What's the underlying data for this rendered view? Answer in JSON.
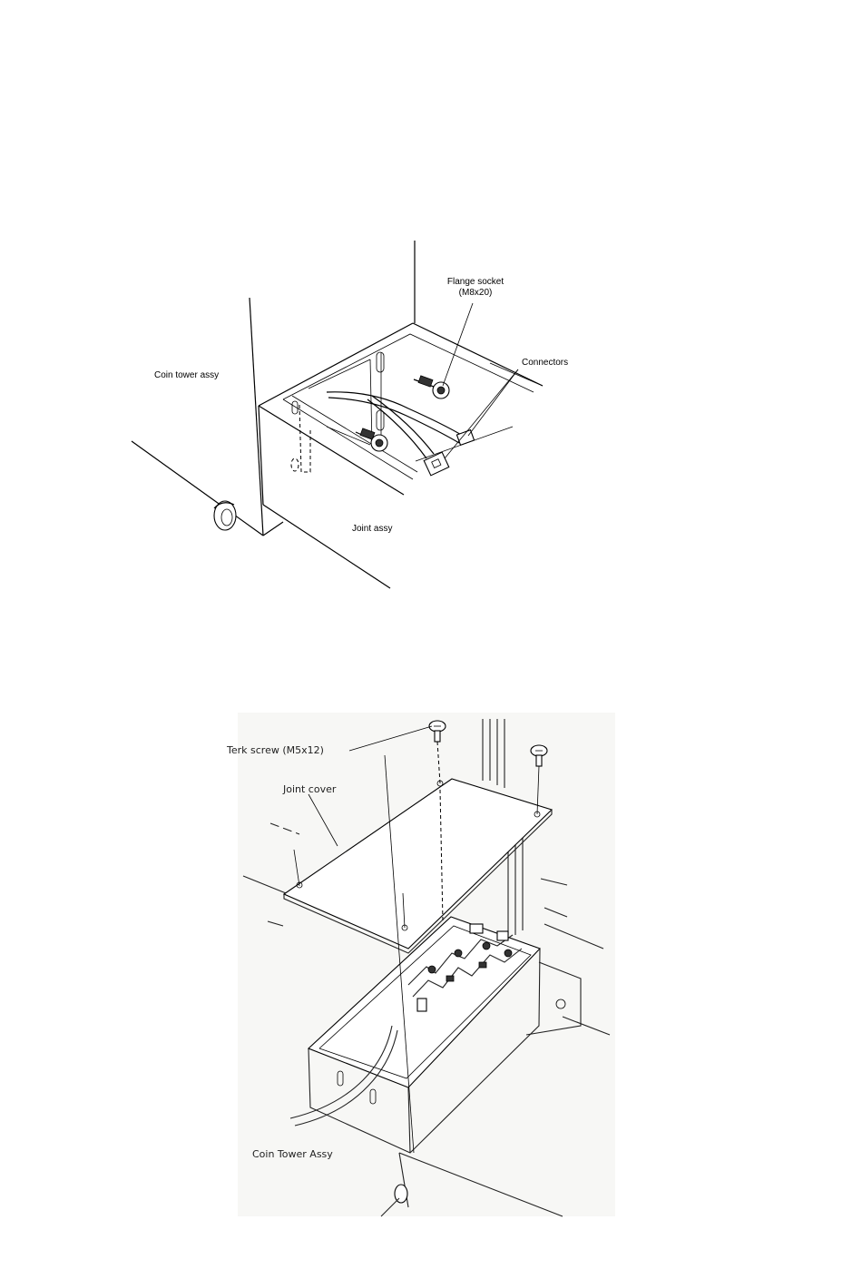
{
  "figure1": {
    "labels": {
      "flange_socket": "Flange socket",
      "flange_socket_size": "(M8x20)",
      "connectors": "Connectors",
      "coin_tower_assy": "Coin tower assy",
      "joint_assy": "Joint assy"
    }
  },
  "figure2": {
    "labels": {
      "terk_screw": "Terk screw (M5x12)",
      "joint_cover": "Joint cover",
      "coin_tower_assy": "Coin Tower Assy"
    }
  }
}
